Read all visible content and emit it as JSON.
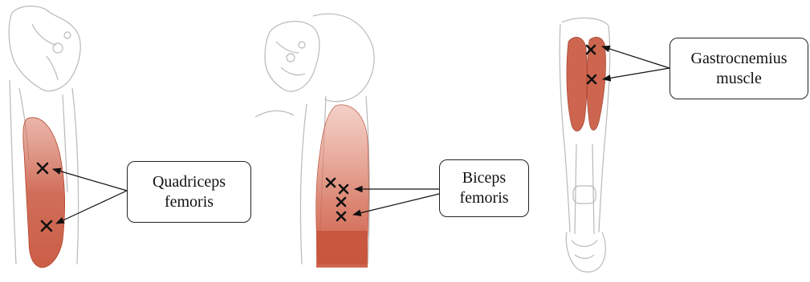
{
  "panels": [
    {
      "id": "quadriceps",
      "label_line1": "Quadriceps",
      "label_line2": "femoris",
      "marker_count": 2
    },
    {
      "id": "biceps",
      "label_line1": "Biceps",
      "label_line2": "femoris",
      "marker_count": 4
    },
    {
      "id": "gastrocnemius",
      "label_line1": "Gastrocnemius",
      "label_line2": "muscle",
      "marker_count": 2
    }
  ],
  "colors": {
    "muscle": "#c8553d",
    "muscle_light": "#e8a08e",
    "bone_outline": "#b9b9b9",
    "marker": "#111111"
  }
}
